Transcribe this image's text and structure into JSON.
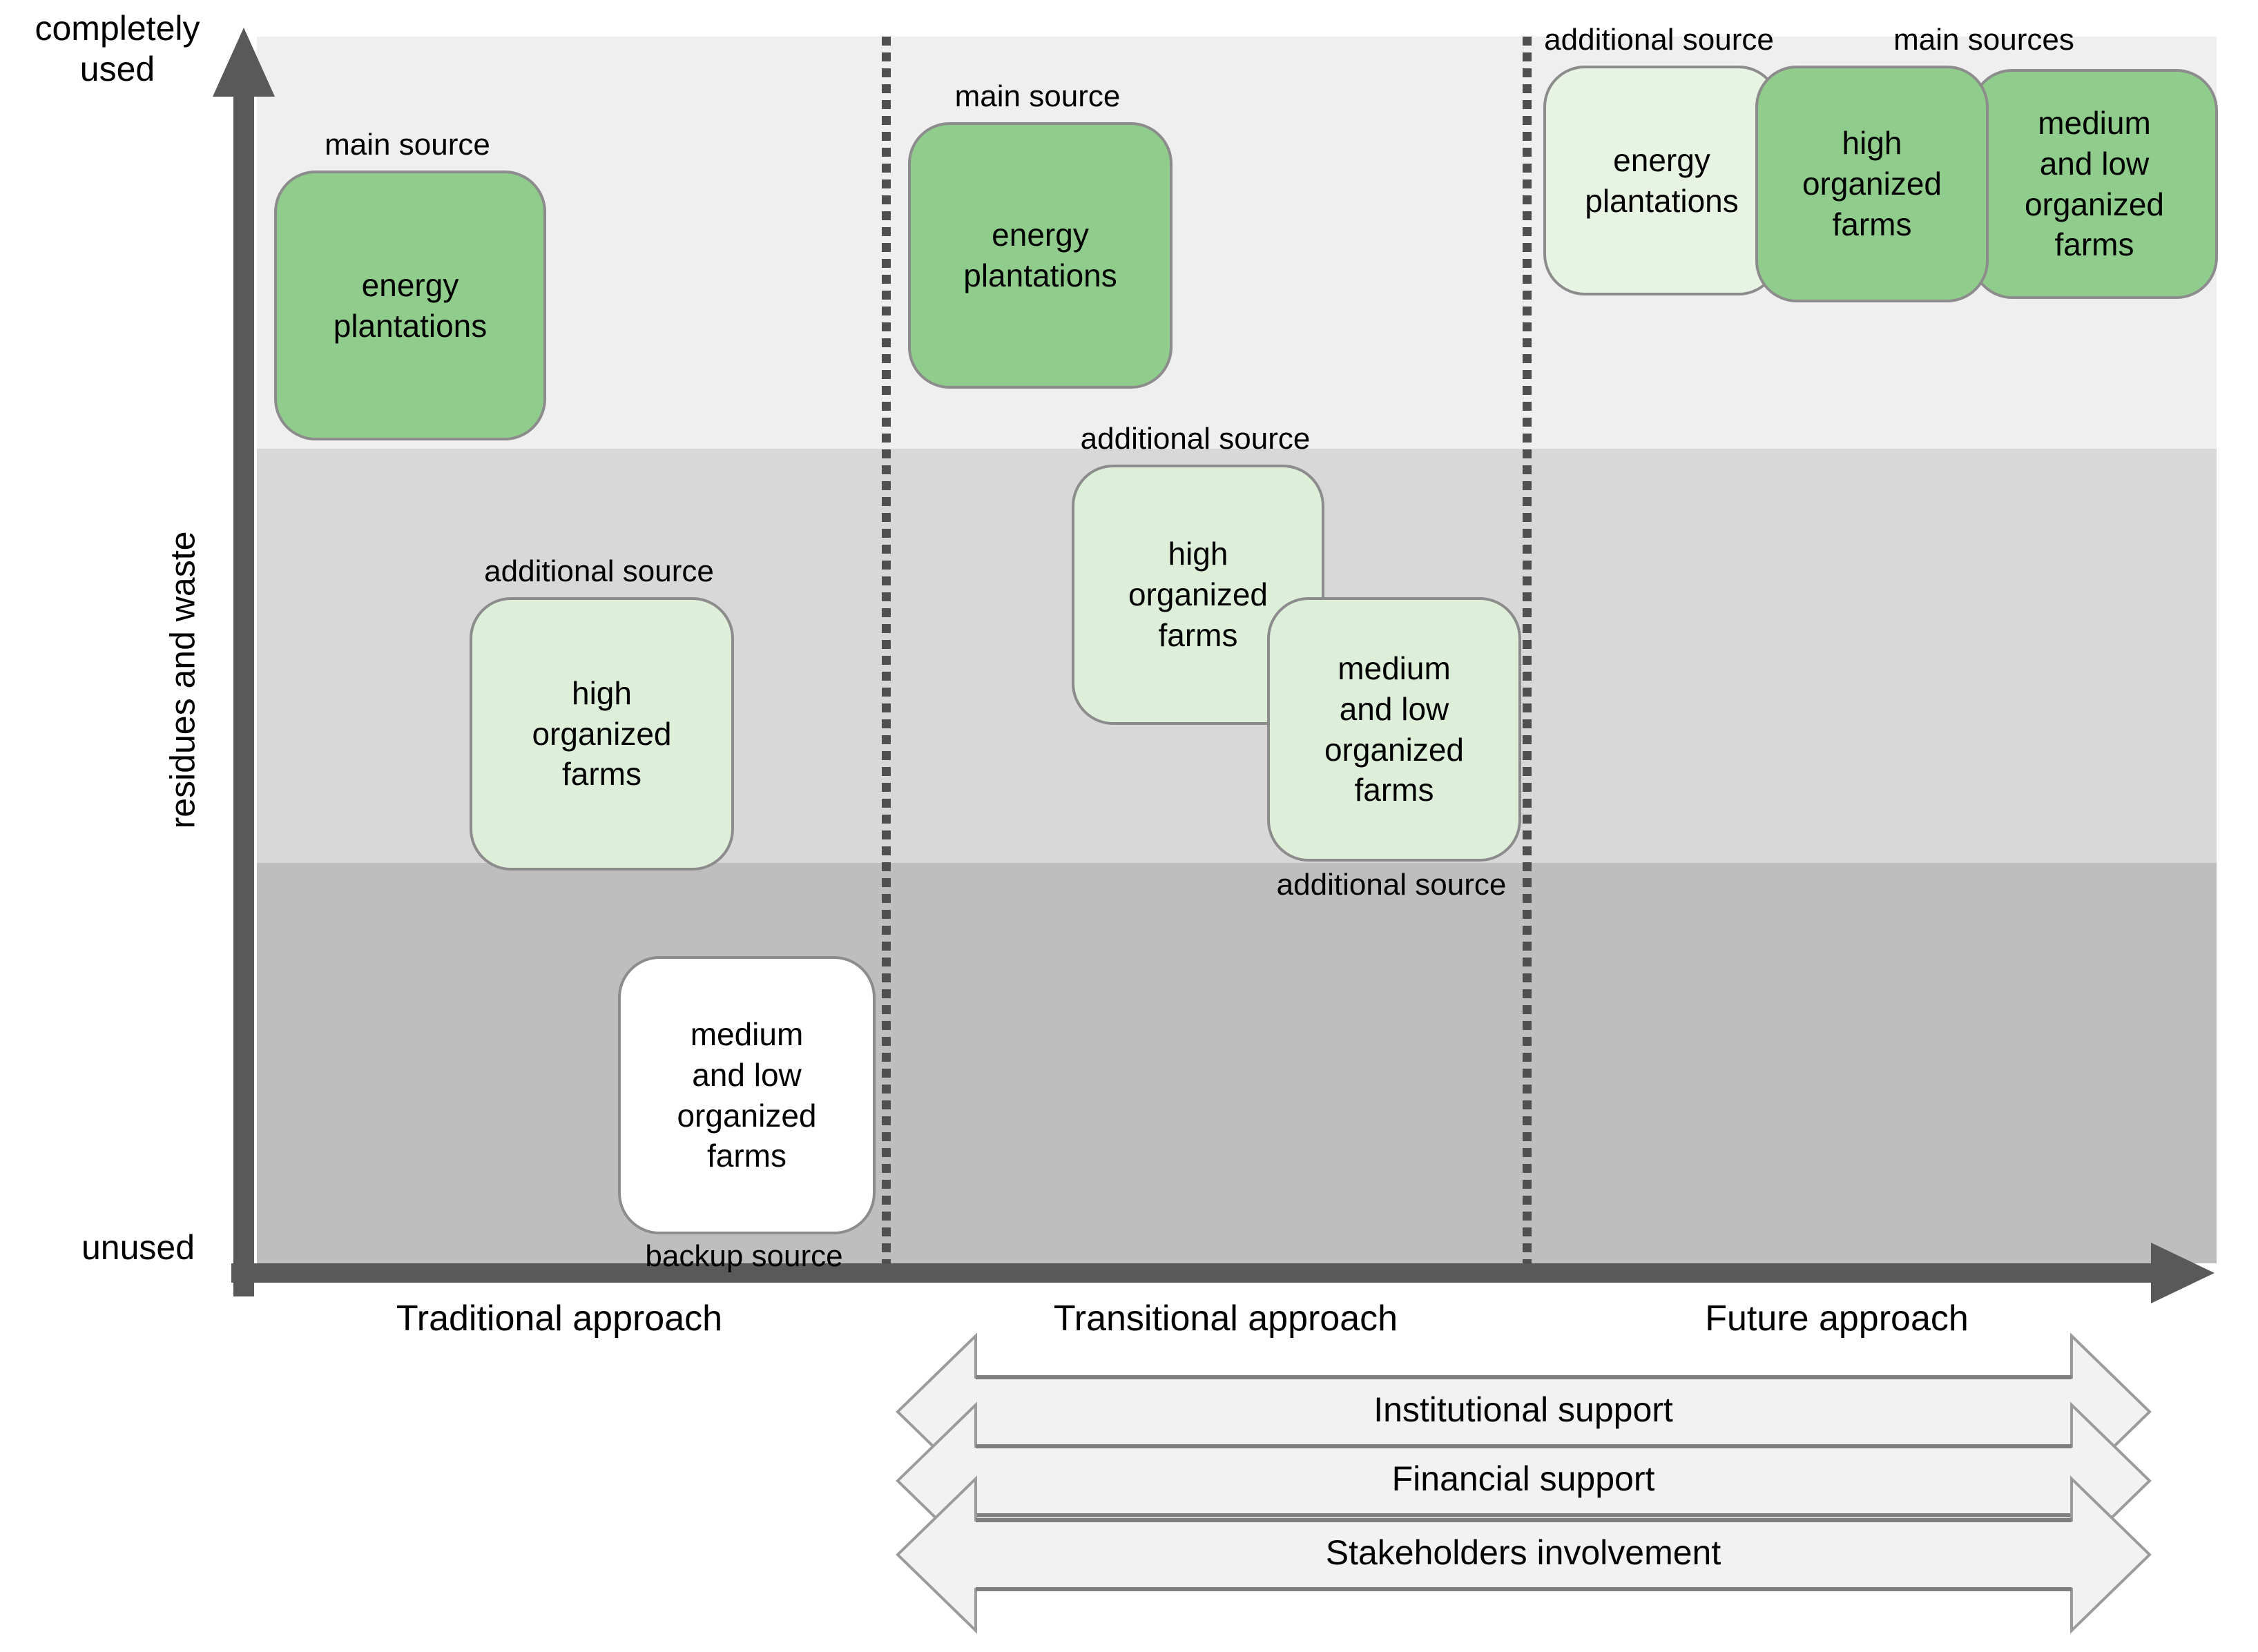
{
  "colors": {
    "band_top": "#EFEFEF",
    "band_middle": "#D8D8D8",
    "band_bottom": "#BEBEBE",
    "box_dark_green": "#90CD8C",
    "box_light_green": "#DDEFD9",
    "box_lighter_green": "#E7F3E3",
    "box_white": "#FFFFFF",
    "box_border": "#8C8C8C",
    "axis": "#595959",
    "support_arrow_fill": "#F2F2F2",
    "support_arrow_border": "#9B9B9B"
  },
  "y_axis": {
    "top": "completely\nused",
    "mid": "residues and waste",
    "bottom": "unused"
  },
  "x_axis": {
    "traditional": "Traditional approach",
    "transitional": "Transitional approach",
    "future": "Future approach"
  },
  "boxes": {
    "t_energy": {
      "label": "main source",
      "text": "energy\nplantations"
    },
    "t_high": {
      "label": "additional source",
      "text": "high\norganized\nfarms"
    },
    "t_medlow": {
      "label": "backup source",
      "text": "medium\nand low\norganized\nfarms"
    },
    "tr_energy": {
      "label": "main source",
      "text": "energy\nplantations"
    },
    "tr_high": {
      "label": "additional source",
      "text": "high\norganized\nfarms"
    },
    "tr_medlow": {
      "label": "additional source",
      "text": "medium\nand low\norganized\nfarms"
    },
    "f_energy": {
      "label": "additional source",
      "text": "energy\nplantations"
    },
    "f_main": {
      "label": "main sources"
    },
    "f_high": {
      "text": "high\norganized\nfarms"
    },
    "f_medlow": {
      "text": "medium\nand low\norganized\nfarms"
    }
  },
  "arrows": {
    "institutional": "Institutional support",
    "financial": "Financial support",
    "stakeholders": "Stakeholders involvement"
  }
}
